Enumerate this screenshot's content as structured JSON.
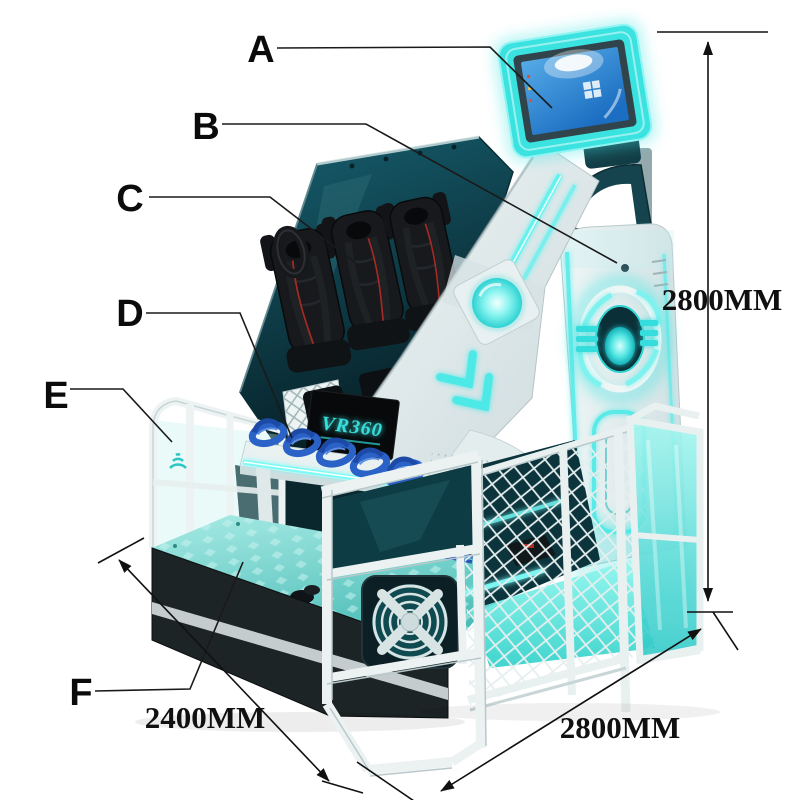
{
  "figure": {
    "kind": "annotated product diagram",
    "subject": "VR360 motion simulator arcade machine"
  },
  "annotations": {
    "labels": [
      {
        "id": "A",
        "text": "A",
        "target": "overhead-monitor-screen"
      },
      {
        "id": "B",
        "text": "B",
        "target": "side-tower-panel"
      },
      {
        "id": "C",
        "text": "C",
        "target": "motion-seats"
      },
      {
        "id": "D",
        "text": "D",
        "target": "vr-headset-shelf"
      },
      {
        "id": "E",
        "text": "E",
        "target": "left-safety-fence"
      },
      {
        "id": "F",
        "text": "F",
        "target": "step-platform"
      }
    ],
    "dimensions": {
      "height": {
        "text": "2800MM"
      },
      "depth": {
        "text": "2400MM"
      },
      "width": {
        "text": "2800MM"
      }
    }
  },
  "machine": {
    "sign_text": "VR360"
  },
  "palette": {
    "neon_cyan": "#3ae2e0",
    "dark_teal": "#0d3a42",
    "seat_black": "#17191d",
    "body_white": "#e9f1f1",
    "cable_blue": "#2a62c8",
    "screen_blue": "#2e8fd8",
    "annotation_black": "#111111",
    "background": "#ffffff"
  }
}
